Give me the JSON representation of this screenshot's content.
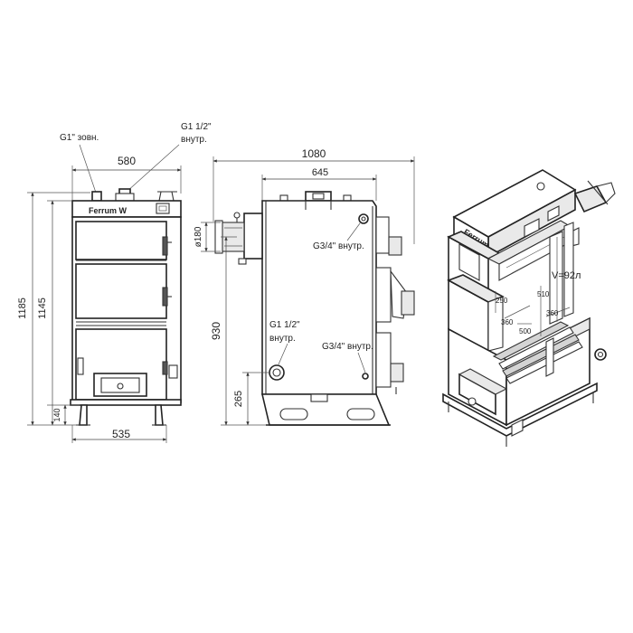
{
  "front_view": {
    "top_width": "580",
    "bottom_width": "535",
    "height_total": "1185",
    "height_body": "1145",
    "leg_height": "140",
    "logo_text": "Ferrum W",
    "label_g1_outer": "G1\" зовн.",
    "label_g1_half_line1": "G1 1/2\"",
    "label_g1_half_line2": "внутр."
  },
  "side_view": {
    "depth_total": "1080",
    "depth_body": "645",
    "flue_diameter": "ø180",
    "flue_height": "930",
    "bottom_outlet_height": "265",
    "label_g34_top": "G3/4\" внутр.",
    "label_g1_half_line1": "G1 1/2\"",
    "label_g1_half_line2": "внутр.",
    "label_g34_bottom": "G3/4\" внутр."
  },
  "iso_view": {
    "volume": "V=92л",
    "logo_text": "Ferrum",
    "dim_250": "250",
    "dim_360_upper": "360",
    "dim_510": "510",
    "dim_360_right": "360",
    "dim_500": "500"
  }
}
